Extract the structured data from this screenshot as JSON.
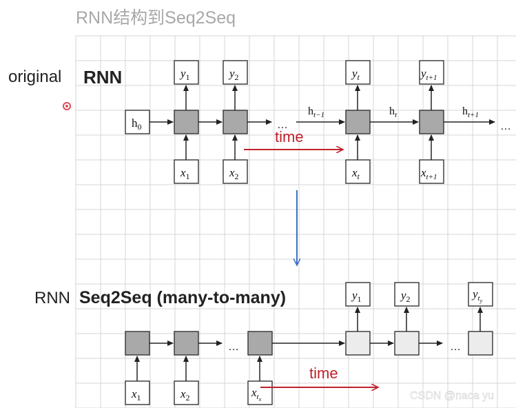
{
  "title": "RNN结构到Seq2Seq",
  "section_top": {
    "side_label": "original",
    "heading": "RNN",
    "h0": "h0",
    "y_labels": [
      "y1",
      "y2",
      "yt",
      "yt+1"
    ],
    "x_labels": [
      "x1",
      "x2",
      "xt",
      "xt+1"
    ],
    "h_labels": [
      "ht−1",
      "ht",
      "ht+1"
    ],
    "ellipsis_mid": "…",
    "ellipsis_end": "…",
    "time_label": "time"
  },
  "section_bottom": {
    "side_label": "RNN",
    "heading": "Seq2Seq (many-to-many)",
    "y_labels": [
      "y1",
      "y2",
      "yty"
    ],
    "x_labels": [
      "x1",
      "x2",
      "xtx"
    ],
    "ellipsis_enc": "…",
    "ellipsis_dec": "…",
    "time_label": "time"
  },
  "watermark": "CSDN @naca yu",
  "colors": {
    "time_arrow": "#c0202a",
    "down_arrow": "#3f6fc4",
    "recording_dot": "#e14b5a"
  }
}
